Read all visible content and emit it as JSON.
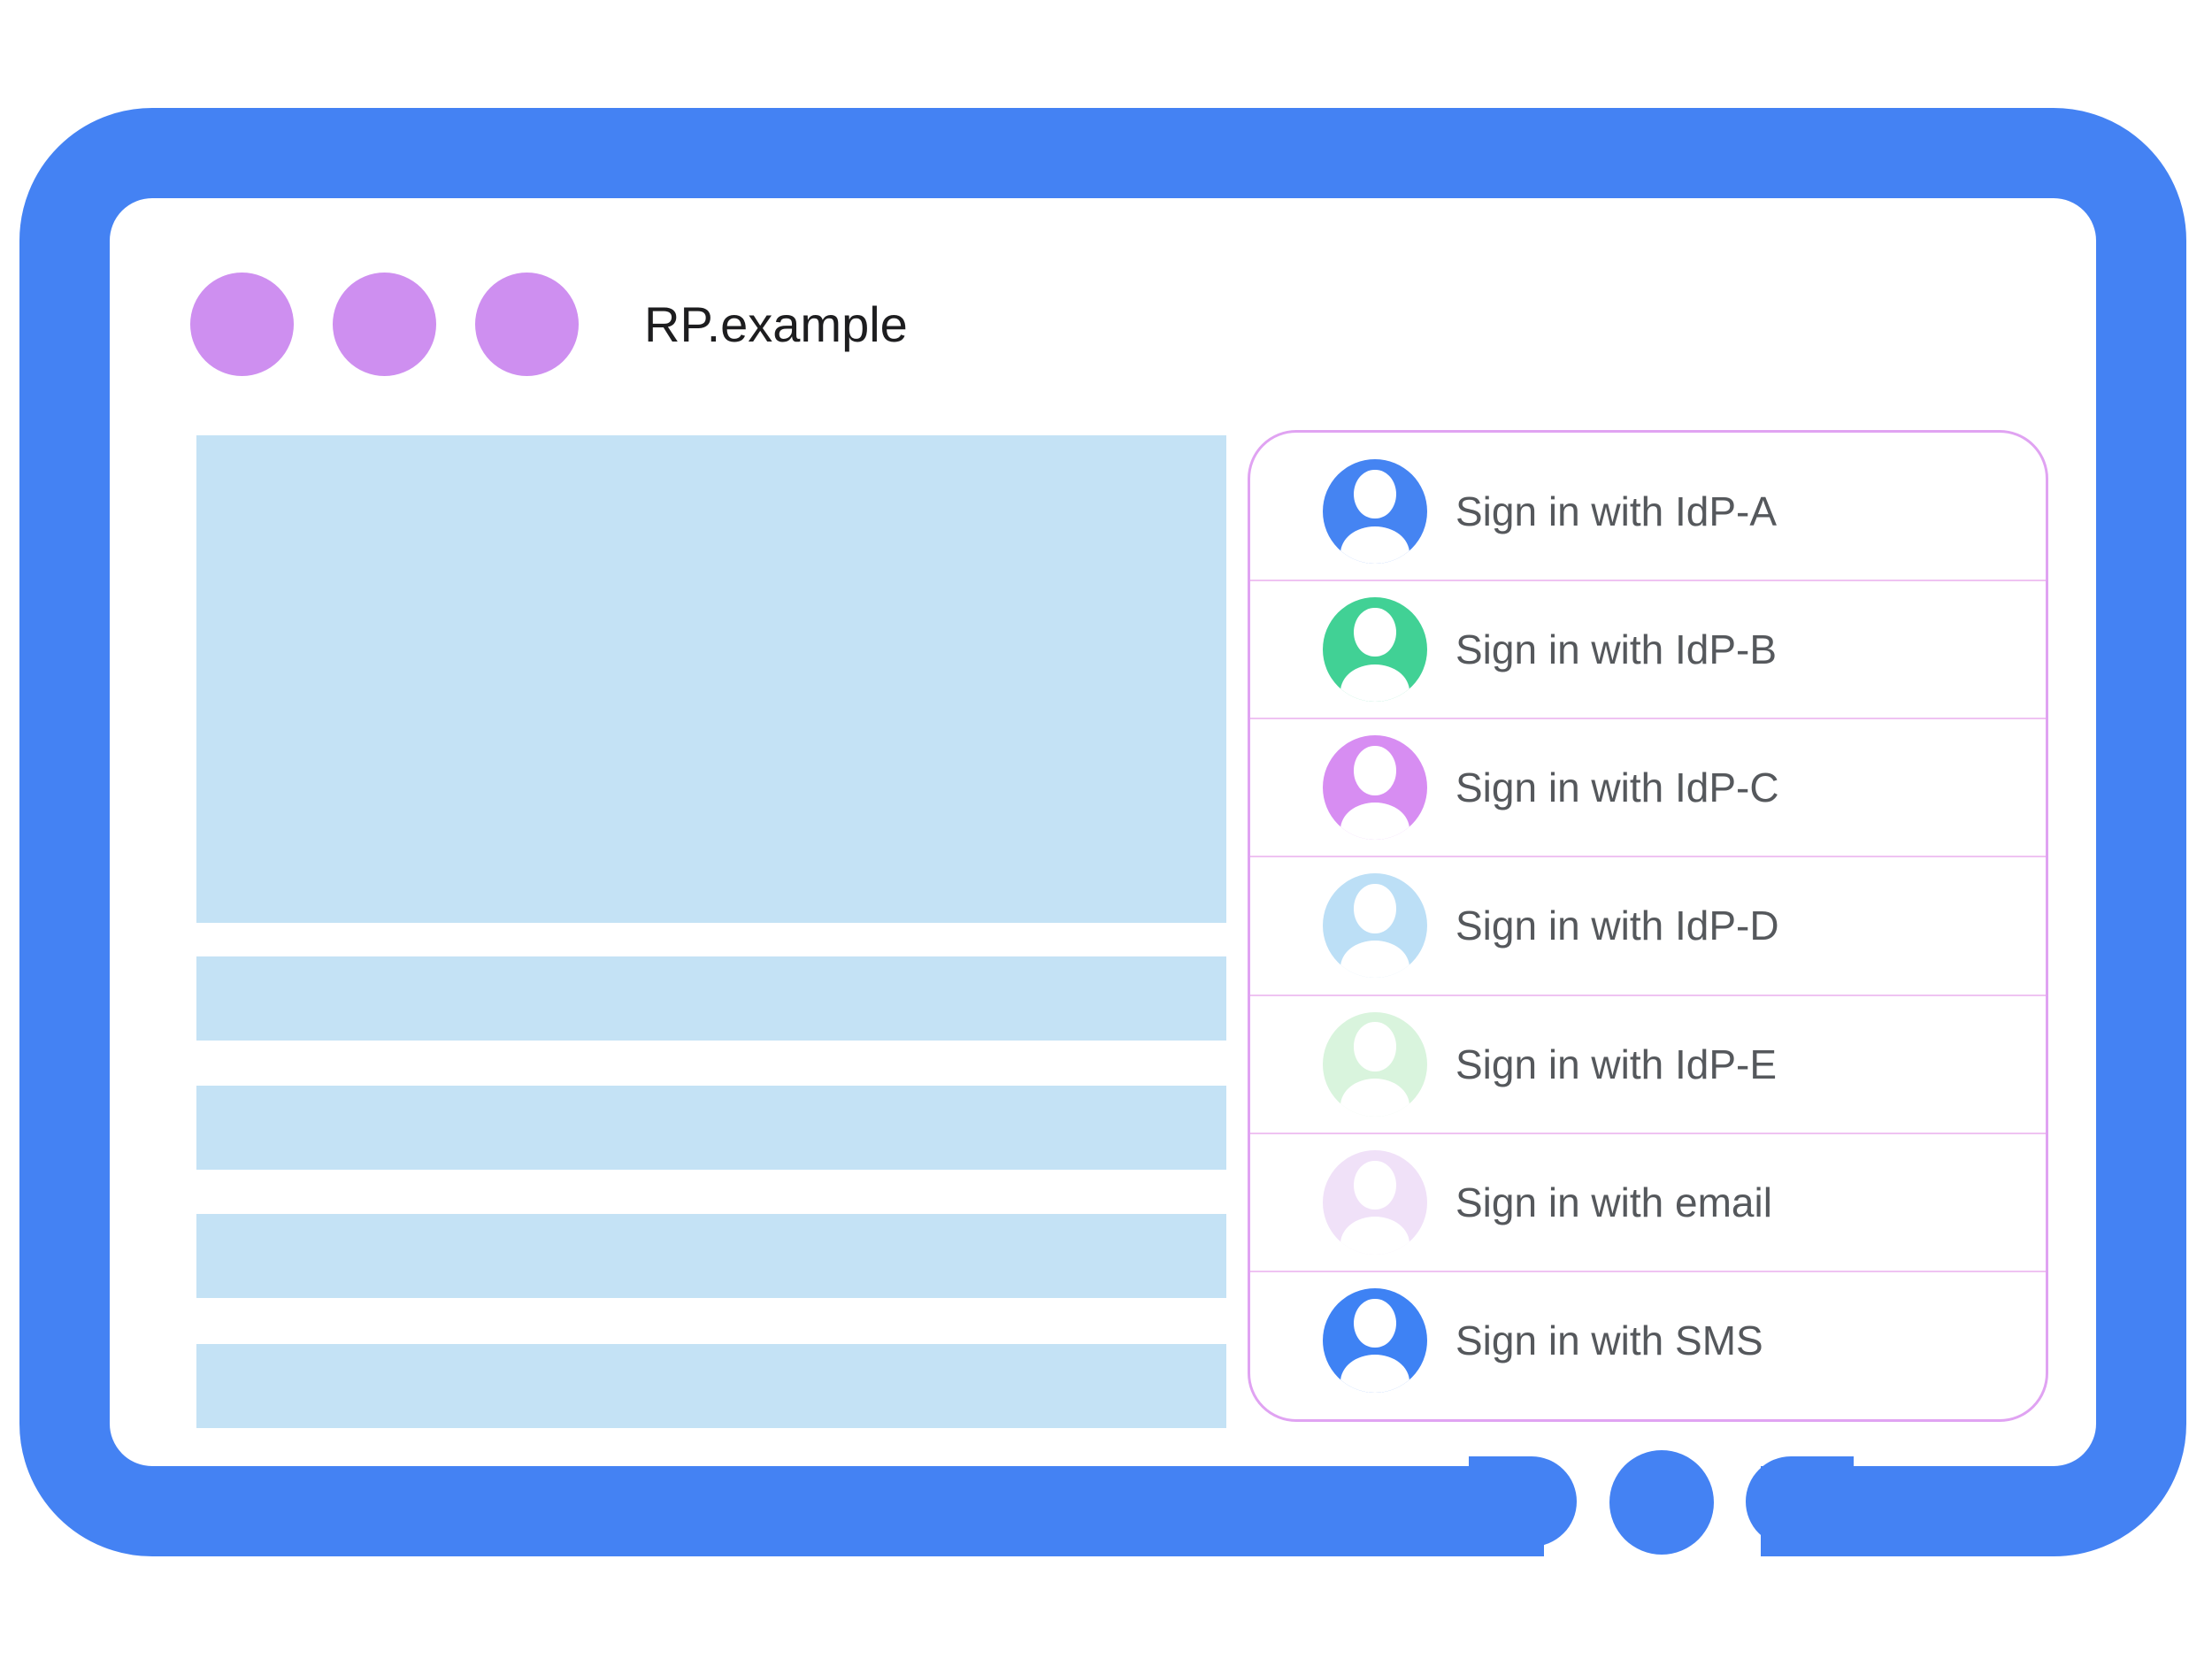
{
  "theme": {
    "frame_color": "#4482F3",
    "window_dot_color": "#CE8FF0",
    "placeholder_color": "#C4E2F5",
    "panel_border_color": "#E0A3F2",
    "panel_divider_color": "#EFC3F2"
  },
  "window": {
    "title": "RP.example",
    "dot_count": 3
  },
  "content": {
    "hero_block": "placeholder",
    "text_line_count": 4
  },
  "signin_panel": {
    "items": [
      {
        "id": "idp-a",
        "label": "Sign in with IdP-A",
        "avatar_color": "#4584F2"
      },
      {
        "id": "idp-b",
        "label": "Sign in with IdP-B",
        "avatar_color": "#41D195"
      },
      {
        "id": "idp-c",
        "label": "Sign in with IdP-C",
        "avatar_color": "#D78DF2"
      },
      {
        "id": "idp-d",
        "label": "Sign in with IdP-D",
        "avatar_color": "#BCDFF6"
      },
      {
        "id": "idp-e",
        "label": "Sign in with IdP-E",
        "avatar_color": "#D9F4DD"
      },
      {
        "id": "email",
        "label": "Sign in with email",
        "avatar_color": "#F0E1F8"
      },
      {
        "id": "sms",
        "label": "Sign in with SMS",
        "avatar_color": "#3E82F4"
      }
    ]
  }
}
